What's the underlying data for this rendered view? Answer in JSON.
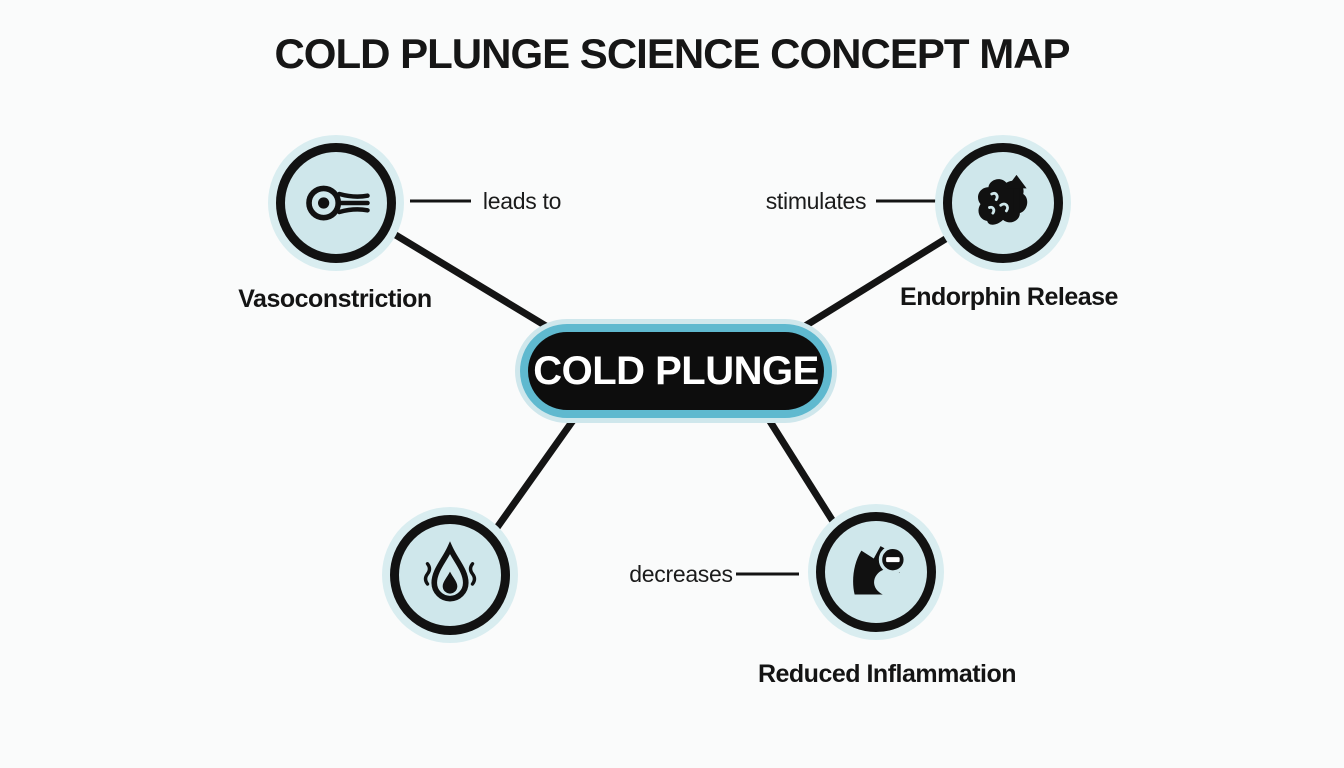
{
  "title": "COLD PLUNGE SCIENCE CONCEPT MAP",
  "center": {
    "label": "COLD PLUNGE"
  },
  "nodes": {
    "vasoconstriction": {
      "label": "Vasoconstriction",
      "icon": "blood-vessel-icon"
    },
    "endorphin": {
      "label": "Endorphin Release",
      "icon": "brain-arrow-up-icon"
    },
    "shiver": {
      "label": "",
      "icon": "water-droplet-icon"
    },
    "inflammation": {
      "label": "Reduced Inflammation",
      "icon": "muscle-minus-icon"
    }
  },
  "edges": {
    "leads_to": "leads to",
    "stimulates": "stimulates",
    "decreases": "decreases"
  },
  "colors": {
    "background": "#fafbfb",
    "node_fill": "#cfe7eb",
    "node_halo": "#d9edf0",
    "node_ring": "#121212",
    "center_fill": "#0d0d0d",
    "center_border": "#5fb9cf",
    "line": "#141414",
    "text": "#141414"
  }
}
